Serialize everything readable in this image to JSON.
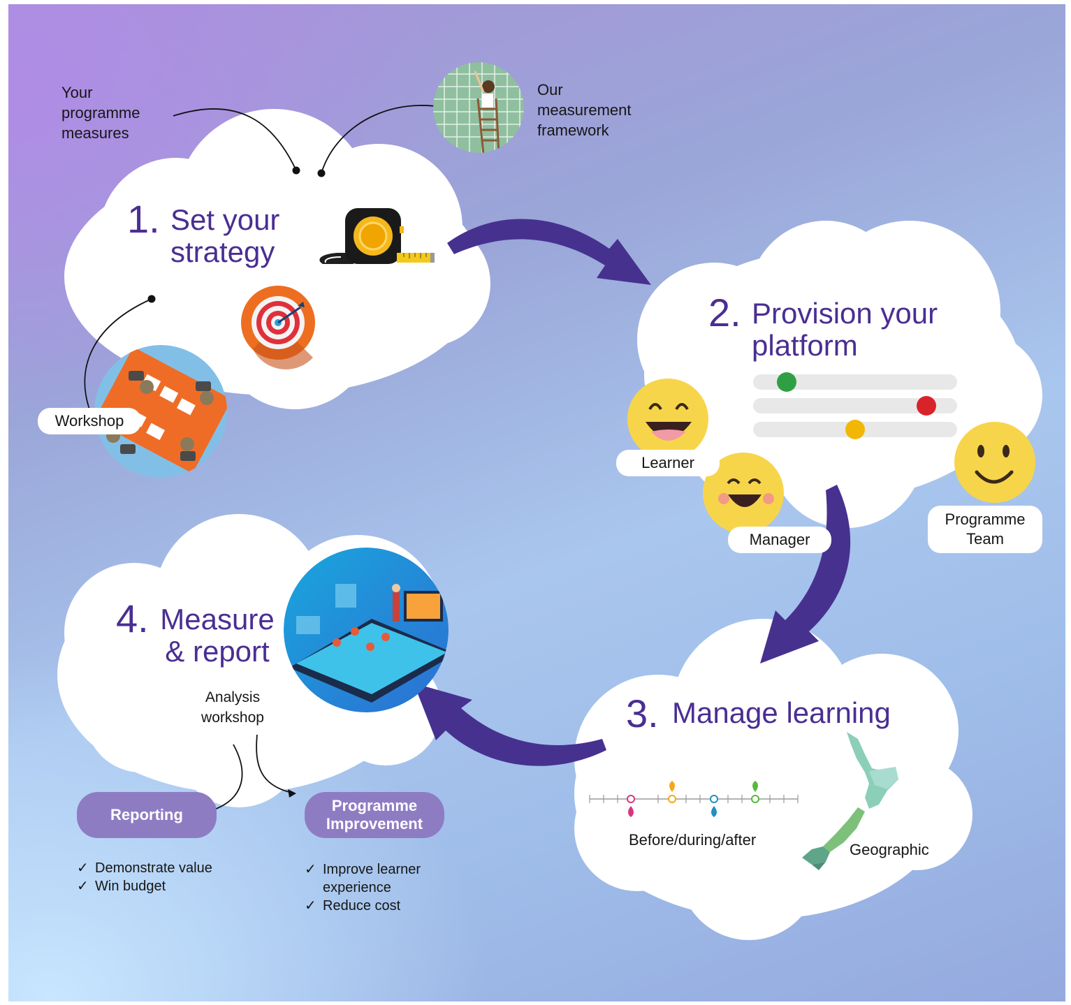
{
  "steps": {
    "s1": {
      "num": "1.",
      "title": "Set your\nstrategy"
    },
    "s2": {
      "num": "2.",
      "title": "Provision your\nplatform"
    },
    "s3": {
      "num": "3.",
      "title": "Manage learning"
    },
    "s4": {
      "num": "4.",
      "title": "Measure\n& report"
    }
  },
  "labels": {
    "programme_measures": "Your\nprogramme\nmeasures",
    "measurement_framework": "Our\nmeasurement\nframework",
    "workshop": "Workshop",
    "learner": "Learner",
    "manager": "Manager",
    "programme_team": "Programme\nTeam",
    "before_during_after": "Before/during/after",
    "geographic": "Geographic",
    "analysis_workshop": "Analysis\nworkshop"
  },
  "outcomes": {
    "reporting": {
      "label": "Reporting",
      "items": [
        "Demonstrate value",
        "Win budget"
      ]
    },
    "improvement": {
      "label": "Programme\nImprovement",
      "items": [
        "Improve learner",
        "experience",
        "Reduce cost"
      ]
    }
  },
  "check_glyph": "✓",
  "colors": {
    "accent": "#4a2e92",
    "arrow": "#47318f",
    "pill": "#8e7cc3",
    "slider_green": "#2ea043",
    "slider_red": "#d9232a",
    "slider_yellow": "#f2b705",
    "emoji_yellow": "#f7d54a"
  },
  "icons": [
    "tape-measure-icon",
    "target-icon",
    "ladder-grid-icon",
    "meeting-table-icon",
    "classroom-phone-icon",
    "nz-map-icon",
    "timeline-icon",
    "laughing-emoji-icon",
    "grinning-emoji-icon",
    "smile-emoji-icon"
  ]
}
